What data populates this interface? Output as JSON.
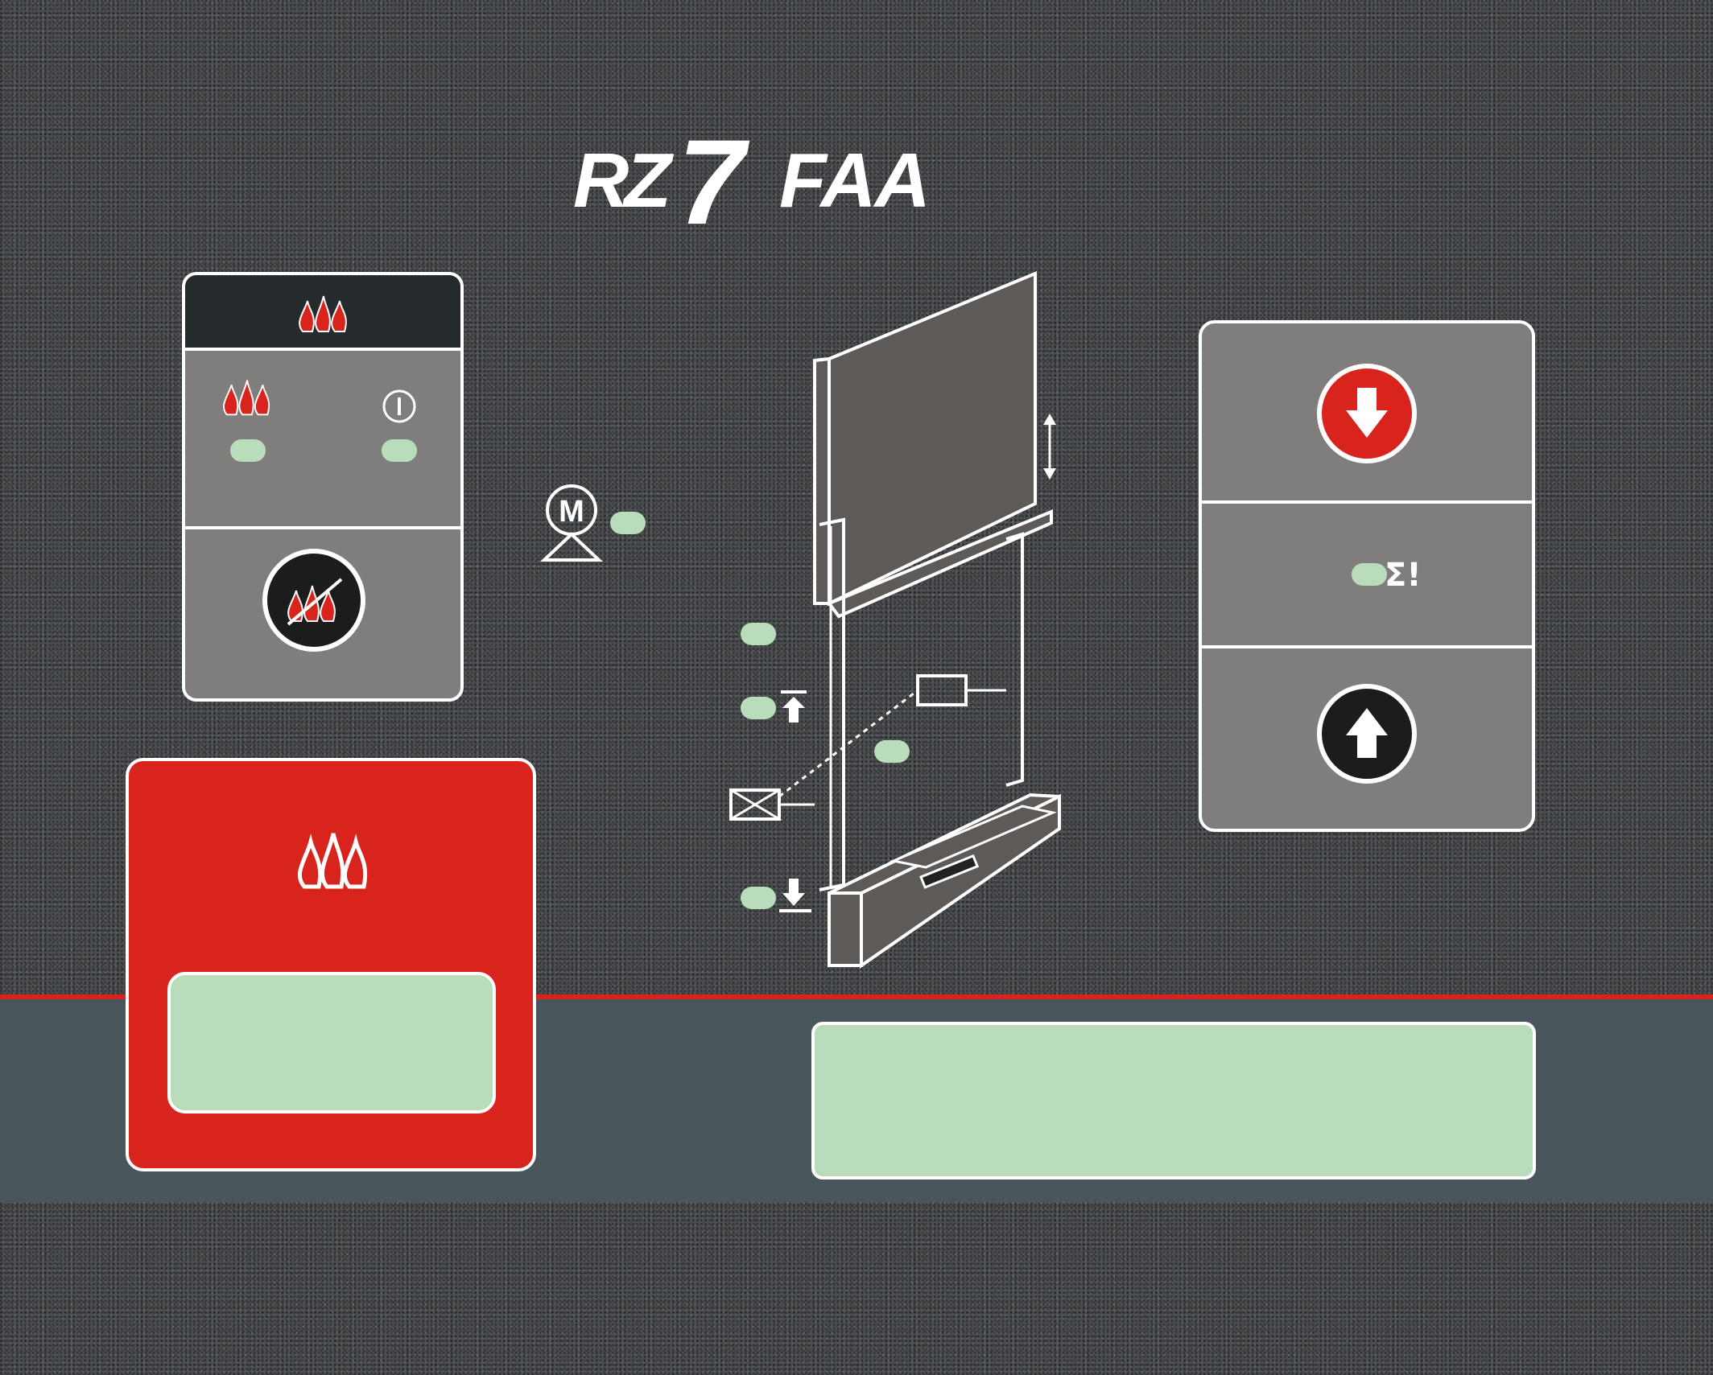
{
  "logo": {
    "text_rz": "RZ",
    "text_seven": "7",
    "text_faa": "FAA"
  },
  "colors": {
    "accent_red": "#d8241c",
    "led_green": "#b9dcbb",
    "panel_grey": "#807e7c",
    "header_dark": "#252a2c"
  },
  "alarm_panel": {
    "header_icon": "fire-icon",
    "indicators": [
      {
        "icon": "fire-icon",
        "led": "green"
      },
      {
        "icon": "power-icon",
        "led": "green"
      }
    ],
    "reset_button_icon": "fire-off-icon"
  },
  "motor": {
    "label": "M"
  },
  "red_box": {
    "icon": "fire-icon",
    "display_text": ""
  },
  "control_panel": {
    "down_button_icon": "arrow-down-icon",
    "status_symbol": "Σ!",
    "up_button_icon": "arrow-up-icon"
  },
  "bottom_display": {
    "text": ""
  }
}
